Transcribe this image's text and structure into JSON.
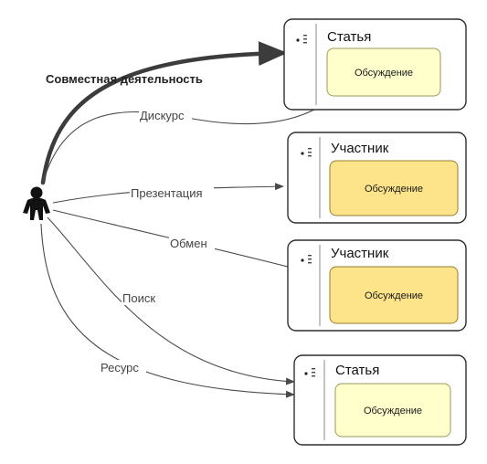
{
  "colors": {
    "inner_pale": "#ffffcc",
    "inner_pale_stroke": "#9a9a5a",
    "inner_gold": "#fde48a",
    "inner_gold_stroke": "#9a7d2a",
    "edge": "#4a4a4a",
    "actor": "#111111"
  },
  "icons": {
    "actor": "person-icon",
    "entity_menu": "list-menu-icon"
  },
  "entities": [
    {
      "title": "Статья",
      "inner_label": "Обсуждение",
      "inner_style": "pale"
    },
    {
      "title": "Участник",
      "inner_label": "Обсуждение",
      "inner_style": "gold"
    },
    {
      "title": "Участник",
      "inner_label": "Обсуждение",
      "inner_style": "gold"
    },
    {
      "title": "Статья",
      "inner_label": "Обсуждение",
      "inner_style": "pale"
    }
  ],
  "edges": [
    {
      "label": "Совместная деятельность",
      "bold": true
    },
    {
      "label": "Дискурс"
    },
    {
      "label": "Презентация"
    },
    {
      "label": "Обмен"
    },
    {
      "label": "Поиск"
    },
    {
      "label": "Ресурс"
    }
  ]
}
